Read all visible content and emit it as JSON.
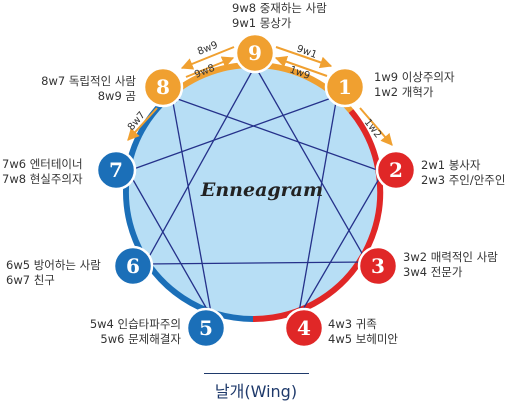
{
  "center_title": "Enneagram",
  "caption": "날개(Wing)",
  "colors": {
    "orange": "#f0a030",
    "red": "#e02727",
    "blue": "#1b6fb8",
    "circle_fill": "#b7def5",
    "lines": "#25318a"
  },
  "nodes": [
    {
      "num": "9",
      "lines": [
        "9w8 중재하는 사람",
        "9w1 몽상가"
      ]
    },
    {
      "num": "1",
      "lines": [
        "1w9 이상주의자",
        "1w2 개혁가"
      ]
    },
    {
      "num": "2",
      "lines": [
        "2w1 봉사자",
        "2w3 주인/안주인"
      ]
    },
    {
      "num": "3",
      "lines": [
        "3w2 매력적인 사람",
        "3w4 전문가"
      ]
    },
    {
      "num": "4",
      "lines": [
        "4w3 귀족",
        "4w5 보헤미안"
      ]
    },
    {
      "num": "5",
      "lines": [
        "5w4 인습타파주의",
        "5w6 문제해결자"
      ]
    },
    {
      "num": "6",
      "lines": [
        "6w5 방어하는 사람",
        "6w7 친구"
      ]
    },
    {
      "num": "7",
      "lines": [
        "7w6 엔터테이너",
        "7w8 현실주의자"
      ]
    },
    {
      "num": "8",
      "lines": [
        "8w7 독립적인 사람",
        "8w9 곰"
      ]
    }
  ],
  "wing_arrows": [
    "8w9",
    "9w8",
    "9w1",
    "1w9",
    "1w2",
    "8w7"
  ]
}
